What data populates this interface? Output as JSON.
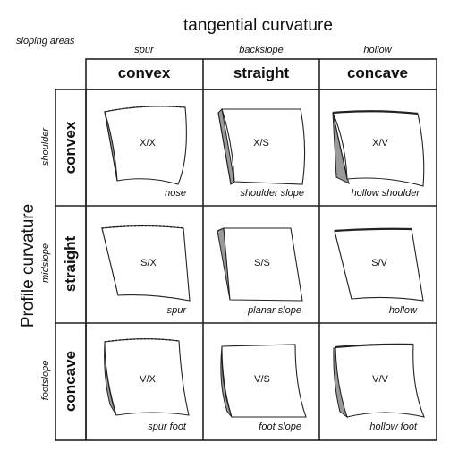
{
  "title_top": "tangential curvature",
  "sloping_areas": "sloping areas",
  "profile_title": "Profile curvature",
  "columns": [
    {
      "sub": "spur",
      "head": "convex"
    },
    {
      "sub": "backslope",
      "head": "straight"
    },
    {
      "sub": "hollow",
      "head": "concave"
    }
  ],
  "rows": [
    {
      "sub": "shoulder",
      "head": "convex"
    },
    {
      "sub": "midslope",
      "head": "straight"
    },
    {
      "sub": "footslope",
      "head": "concave"
    }
  ],
  "cells": [
    [
      {
        "code": "X/X",
        "label": "nose"
      },
      {
        "code": "X/S",
        "label": "shoulder slope"
      },
      {
        "code": "X/V",
        "label": "hollow shoulder"
      }
    ],
    [
      {
        "code": "S/X",
        "label": "spur"
      },
      {
        "code": "S/S",
        "label": "planar slope"
      },
      {
        "code": "S/V",
        "label": "hollow"
      }
    ],
    [
      {
        "code": "V/X",
        "label": "spur foot"
      },
      {
        "code": "V/S",
        "label": "foot slope"
      },
      {
        "code": "V/V",
        "label": "hollow foot"
      }
    ]
  ],
  "colors": {
    "side": "#9a9a9a",
    "line": "#222222"
  }
}
